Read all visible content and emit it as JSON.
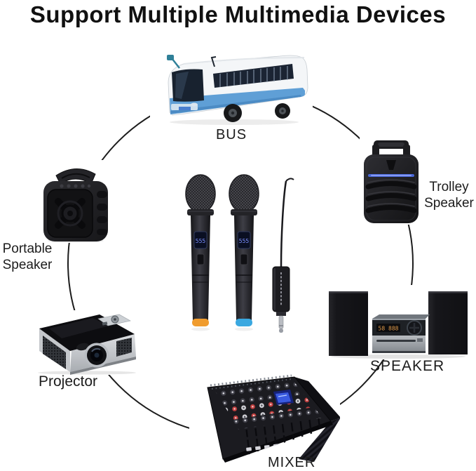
{
  "title": "Support Multiple Multimedia Devices",
  "labels": {
    "bus": "BUS",
    "trolley": [
      "Trolley",
      "Speaker"
    ],
    "speaker": "SPEAKER",
    "mixer": "MIXER",
    "projector": "Projector",
    "portable": [
      "Portable",
      "Speaker"
    ]
  },
  "displays": {
    "mic_left": "555",
    "mic_right": "555",
    "hifi": "58 888"
  },
  "icons": {
    "bus": "coach-bus-image",
    "trolley": "trolley-speaker-image",
    "speaker": "hifi-stereo-system-image",
    "mixer": "audio-mixer-image",
    "projector": "projector-image",
    "portable": "portable-speaker-image",
    "center": "wireless-microphones-and-receiver-image",
    "ring": "connection-circle"
  },
  "colors": {
    "text": "#1a1a1a",
    "line": "#1c1c1c",
    "bus_blue": "#5f9fd6",
    "bus_blue_dark": "#3f7fb8",
    "led_strip": "#4a68d8",
    "hifi_display": "#e09a4a",
    "mic_display": "#7b8fff",
    "mic_ring_left": "#f09c2e",
    "mic_ring_right": "#3aa8e0"
  }
}
